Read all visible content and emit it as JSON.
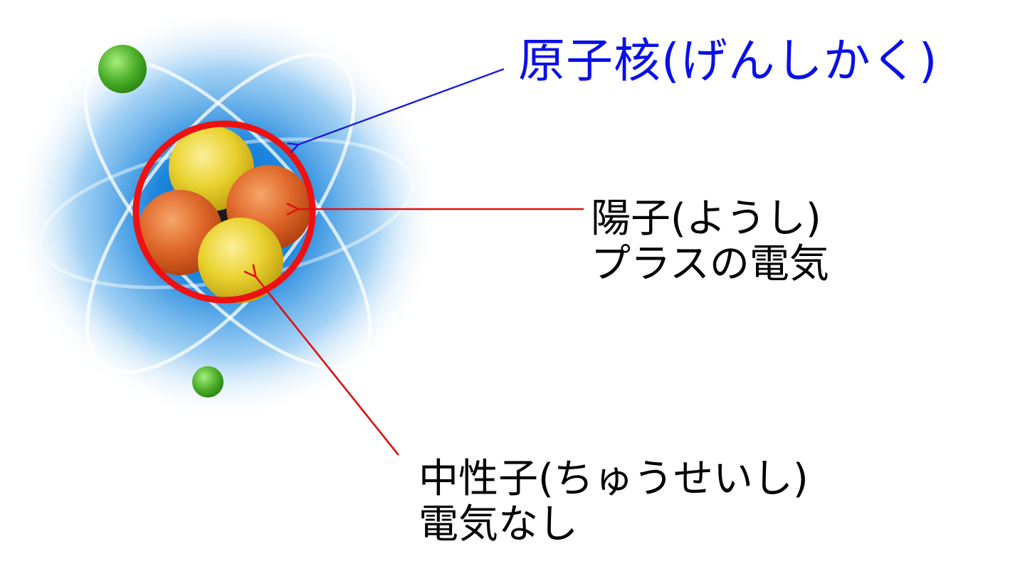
{
  "labels": {
    "nucleus": "原子核(げんしかく)",
    "proton_line1": "陽子(ようし)",
    "proton_line2": "プラスの電気",
    "neutron_line1": "中性子(ちゅうせいし)",
    "neutron_line2": "電気なし"
  },
  "colors": {
    "nucleus_label": "#0a10e6",
    "nucleus_arrow": "#1a1ae0",
    "proton_arrow": "#e01010",
    "neutron_arrow": "#e01010",
    "nucleus_ring": "#ee1111",
    "proton": "#e06a2c",
    "neutron": "#e8c92a",
    "electron": "#5cc23a",
    "glow": "#2a8fe0"
  }
}
